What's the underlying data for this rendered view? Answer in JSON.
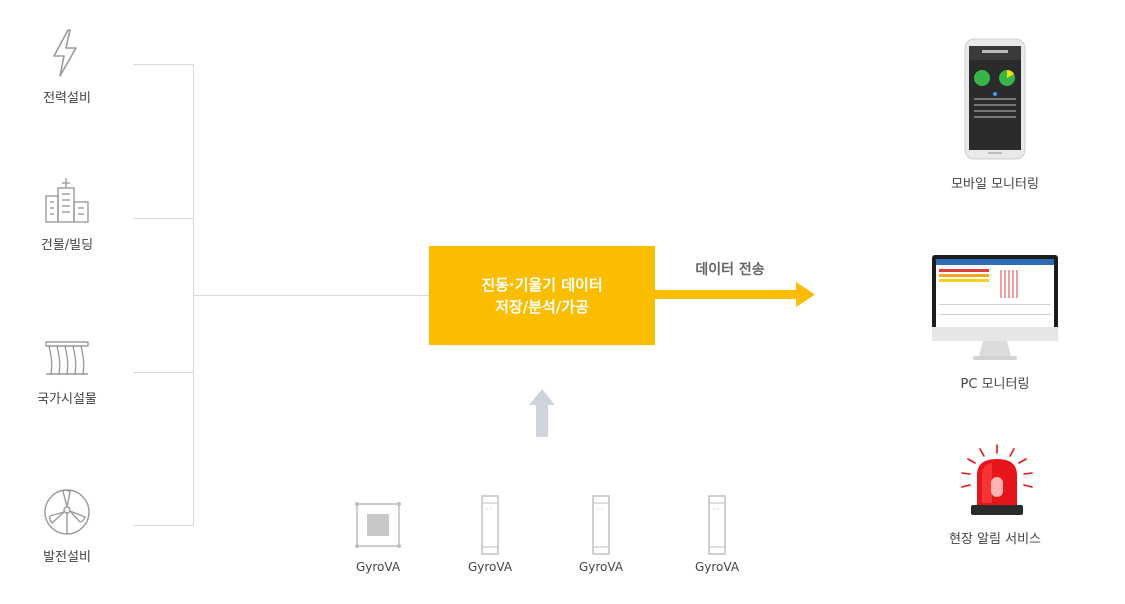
{
  "sources": [
    {
      "label": "전력설비",
      "icon": "lightning-icon"
    },
    {
      "label": "건물/빌딩",
      "icon": "building-icon"
    },
    {
      "label": "국가시설물",
      "icon": "dam-icon"
    },
    {
      "label": "발전설비",
      "icon": "wind-turbine-icon"
    }
  ],
  "core": {
    "line1": "진동·기울기 데이터",
    "line2": "저장/분석/가공"
  },
  "transfer": {
    "label": "데이터 전송"
  },
  "devices": [
    {
      "label": "GyroVA"
    },
    {
      "label": "GyroVA"
    },
    {
      "label": "GyroVA"
    },
    {
      "label": "GyroVA"
    }
  ],
  "outputs": [
    {
      "label": "모바일 모니터링",
      "icon": "smartphone-icon"
    },
    {
      "label": "PC 모니터링",
      "icon": "monitor-icon"
    },
    {
      "label": "현장 알림 서비스",
      "icon": "siren-icon"
    }
  ],
  "colors": {
    "accent": "#fbbd00",
    "line": "#d9d9d9",
    "upArrow": "#cfd4dc",
    "siren": "#e8141b"
  }
}
